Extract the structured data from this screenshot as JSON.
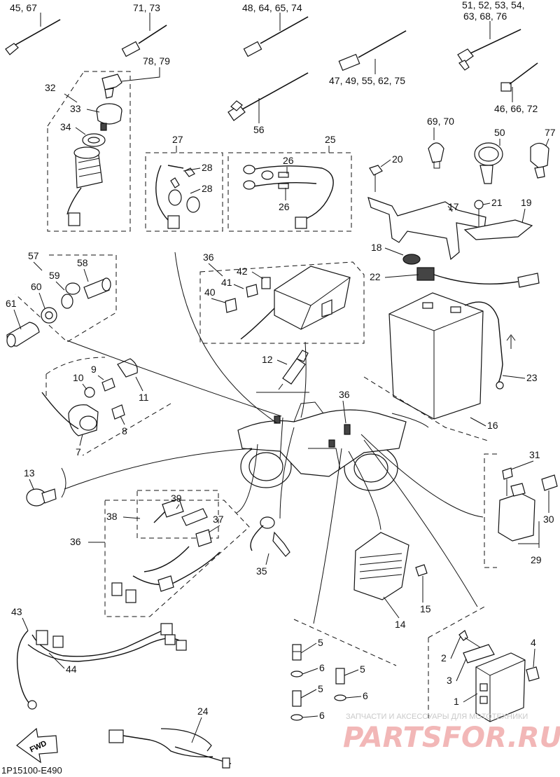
{
  "diagram_code": "1P15100-E490",
  "fwd_label": "FWD",
  "watermark": {
    "line1": "ЗАПЧАСТИ И АКСЕССУАРЫ ДЛЯ МОТОТЕХНИКИ",
    "line2": "PARTSFOR.RU"
  },
  "labels": {
    "l45_67": "45, 67",
    "l71_73": "71, 73",
    "l48_64_65_74": "48, 64, 65, 74",
    "l51_52_53_54": "51, 52, 53, 54,",
    "l63_68_76": "63, 68, 76",
    "l78_79": "78, 79",
    "l47_49_55_62_75": "47, 49, 55, 62, 75",
    "l32": "32",
    "l33": "33",
    "l34": "34",
    "l56": "56",
    "l46_66_72": "46, 66, 72",
    "l69_70": "69, 70",
    "l50": "50",
    "l77": "77",
    "l27": "27",
    "l25": "25",
    "l28a": "28",
    "l28b": "28",
    "l26a": "26",
    "l26b": "26",
    "l20": "20",
    "l17": "17",
    "l21": "21",
    "l19": "19",
    "l18": "18",
    "l57": "57",
    "l58": "58",
    "l59": "59",
    "l60": "60",
    "l61": "61",
    "l36a": "36",
    "l42": "42",
    "l41": "41",
    "l40": "40",
    "l22": "22",
    "l23": "23",
    "l16": "16",
    "l12": "12",
    "l9": "9",
    "l10": "10",
    "l11": "11",
    "l8": "8",
    "l7": "7",
    "l36b": "36",
    "l13": "13",
    "l31": "31",
    "l30": "30",
    "l29": "29",
    "l39": "39",
    "l38": "38",
    "l37": "37",
    "l36c": "36",
    "l35": "35",
    "l15": "15",
    "l14": "14",
    "l43": "43",
    "l44": "44",
    "l5a": "5",
    "l6a": "6",
    "l5b": "5",
    "l5c": "5",
    "l6b": "6",
    "l6c": "6",
    "l4": "4",
    "l2": "2",
    "l3": "3",
    "l1": "1",
    "l24": "24"
  }
}
